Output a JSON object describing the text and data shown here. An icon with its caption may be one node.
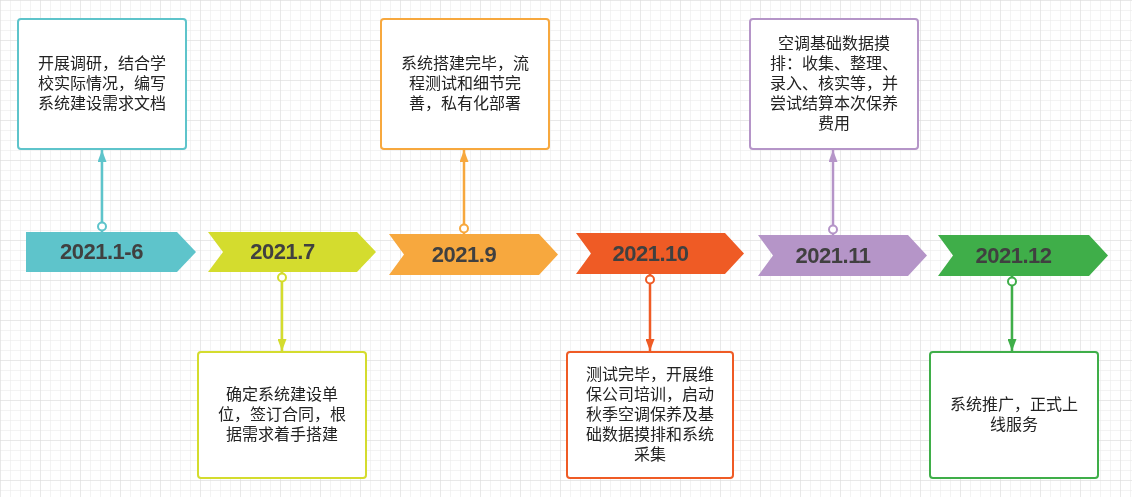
{
  "diagram": {
    "nodes": [
      {
        "text": [
          "2021.1-6"
        ]
      },
      {
        "text": [
          "2021.7"
        ]
      },
      {
        "text": [
          "2021.9"
        ]
      },
      {
        "text": [
          "2021.10"
        ]
      },
      {
        "text": [
          "2021.11"
        ]
      },
      {
        "text": [
          "2021.12"
        ]
      },
      {
        "text": [
          "开展调研，结合学校实际情况，编写系统建设需求文档"
        ]
      },
      {
        "text": [
          "确定系统建设单位，签订合同，根据需求着手搭建"
        ]
      },
      {
        "text": [
          "系统搭建完毕，流程测试和细节完善，私有化部署"
        ]
      },
      {
        "text": [
          "测试完毕，开展维保公司培训，启动秋季空调保养及基础数据摸排和系统采集"
        ]
      },
      {
        "text": [
          "空调基础数据摸排：收集、整理、录入、核实等，并尝试结算本次保养费用"
        ]
      },
      {
        "text": [
          "系统推广，正式上线服务"
        ]
      }
    ],
    "edges": [
      {
        "from": 0,
        "to": 6,
        "arrow": "to",
        "color": "#5ec4cb"
      },
      {
        "from": 1,
        "to": 7,
        "arrow": "to",
        "color": "#d4dc2e"
      },
      {
        "from": 2,
        "to": 8,
        "arrow": "to",
        "color": "#f7a83e"
      },
      {
        "from": 3,
        "to": 9,
        "arrow": "to",
        "color": "#ef5b25"
      },
      {
        "from": 4,
        "to": 10,
        "arrow": "to",
        "color": "#b595c8"
      },
      {
        "from": 5,
        "to": 11,
        "arrow": "to",
        "color": "#3fae49"
      }
    ]
  }
}
